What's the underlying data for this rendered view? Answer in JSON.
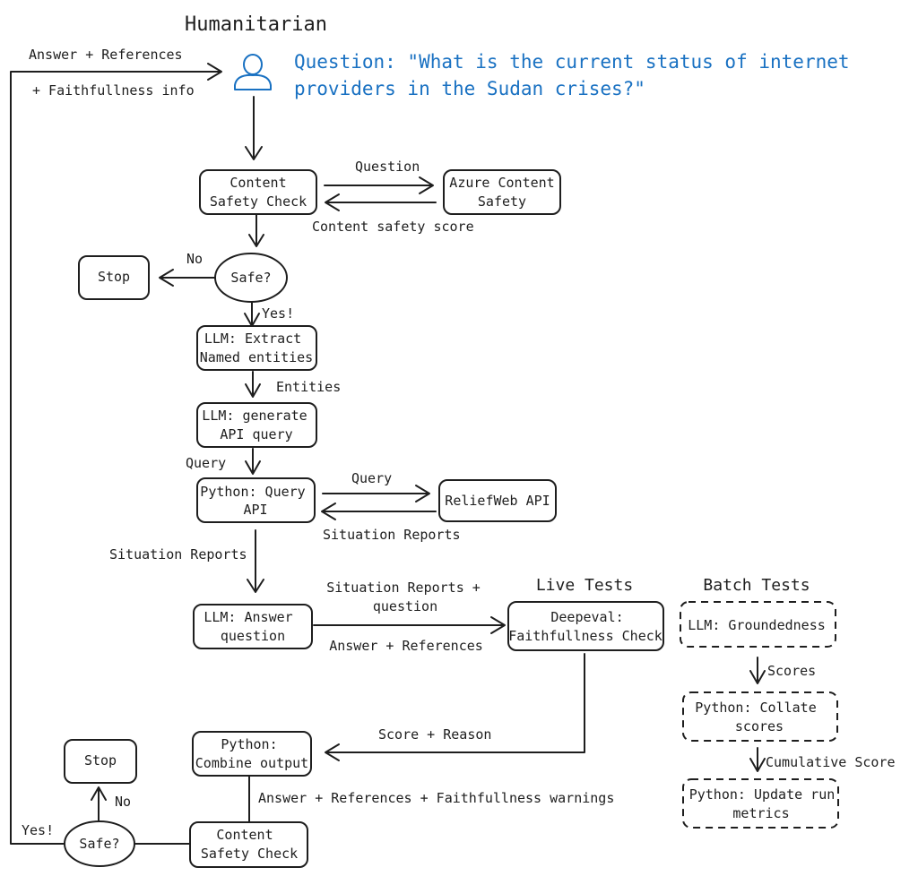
{
  "title": "Humanitarian",
  "question": {
    "line1": "Question: \"What is the current status of internet",
    "line2": "providers in the Sudan crises?\""
  },
  "sections": {
    "live": "Live Tests",
    "batch": "Batch Tests"
  },
  "nodes": {
    "content_safety_check_1": {
      "line1": "Content",
      "line2": "Safety Check"
    },
    "azure_content_safety": {
      "line1": "Azure Content",
      "line2": "Safety"
    },
    "safe_1": "Safe?",
    "stop_1": "Stop",
    "extract_entities": {
      "line1": "LLM: Extract",
      "line2": "Named entities"
    },
    "generate_query": {
      "line1": "LLM: generate",
      "line2": "API query"
    },
    "python_query": {
      "line1": "Python: Query",
      "line2": "API"
    },
    "reliefweb": "ReliefWeb API",
    "answer_question": {
      "line1": "LLM: Answer",
      "line2": "question"
    },
    "deepeval": {
      "line1": "Deepeval:",
      "line2": "Faithfullness Check"
    },
    "combine_output": {
      "line1": "Python:",
      "line2": "Combine output"
    },
    "content_safety_check_2": {
      "line1": "Content",
      "line2": "Safety Check"
    },
    "safe_2": "Safe?",
    "stop_2": "Stop",
    "groundedness": "LLM: Groundedness",
    "collate_scores": {
      "line1": "Python: Collate",
      "line2": "scores"
    },
    "update_metrics": {
      "line1": "Python: Update run",
      "line2": "metrics"
    }
  },
  "edges": {
    "answer_refs": "Answer + References",
    "faithfulness_info": "+ Faithfullness info",
    "question": "Question",
    "content_safety_score": "Content safety score",
    "no_1": "No",
    "yes_1": "Yes!",
    "entities": "Entities",
    "query_left": "Query",
    "query_right": "Query",
    "situation_reports_api": "Situation Reports",
    "situation_reports_left": "Situation Reports",
    "sit_reports_question_1": "Situation Reports +",
    "sit_reports_question_2": "question",
    "answer_references": "Answer + References",
    "score_reason": "Score + Reason",
    "answer_refs_warnings": "Answer + References + Faithfullness warnings",
    "no_2": "No",
    "yes_2": "Yes!",
    "scores": "Scores",
    "cumulative_score": "Cumulative Score"
  },
  "colors": {
    "accent": "#1971c2",
    "stroke": "#1e1e1e"
  }
}
